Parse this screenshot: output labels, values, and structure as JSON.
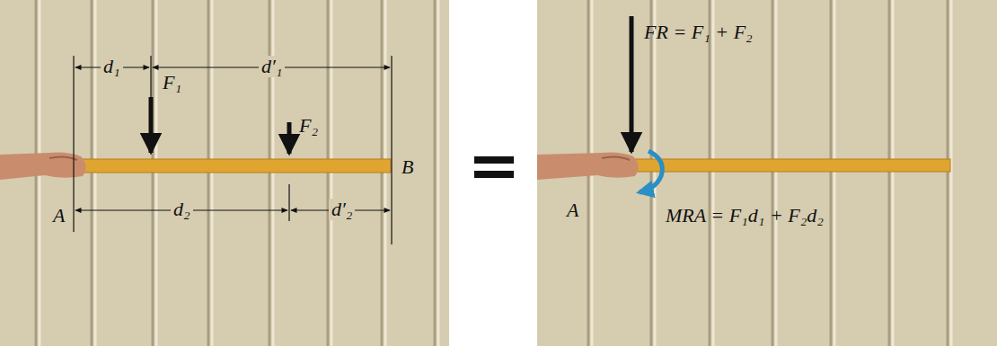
{
  "diagram": {
    "labels": [
      "d₁",
      "d′₁",
      "F₁",
      "F₂",
      "B",
      "A",
      "d₂",
      "d′₂",
      "FR = F₁ + F₂",
      "A",
      "MRA = F₁d₁ + F₂d₂"
    ]
  }
}
